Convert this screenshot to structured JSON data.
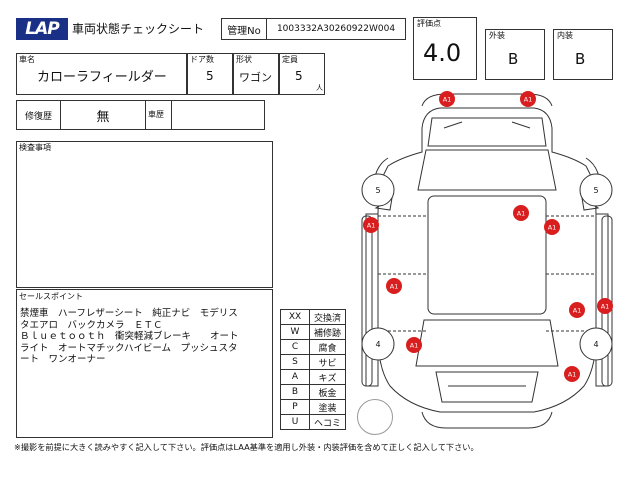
{
  "header": {
    "logo": "LAP",
    "title": "車両状態チェックシート",
    "mgmt_label": "管理No",
    "mgmt_value": "1003332A30260922W004"
  },
  "vehicle": {
    "name_label": "車名",
    "name_value": "カローラフィールダー",
    "doors_label": "ドア数",
    "doors_value": "5",
    "shape_label": "形状",
    "shape_value": "ワゴン",
    "capacity_label": "定員",
    "capacity_value": "5",
    "capacity_unit": "人"
  },
  "history": {
    "repair_label": "修復歴",
    "repair_value": "無",
    "record_label": "車歴",
    "record_value": ""
  },
  "inspection": {
    "label": "検査事項",
    "text": ""
  },
  "sales": {
    "label": "セールスポイント",
    "lines": [
      "禁煙車　ハーフレザーシート　純正ナビ　モデリス",
      "タエアロ　バックカメラ　ＥＴＣ",
      "Ｂｌｕｅｔｏｏｔｈ　衝突軽減ブレーキ　　オート",
      "ライト　オートマチックハイビーム　プッシュスタ",
      "ート　ワンオーナー"
    ]
  },
  "grades": {
    "score_label": "評価点",
    "score_value": "4.0",
    "exterior_label": "外装",
    "exterior_value": "B",
    "interior_label": "内装",
    "interior_value": "B"
  },
  "legend": [
    {
      "code": "XX",
      "meaning": "交換済"
    },
    {
      "code": "W",
      "meaning": "補修跡"
    },
    {
      "code": "C",
      "meaning": "腐食"
    },
    {
      "code": "S",
      "meaning": "サビ"
    },
    {
      "code": "A",
      "meaning": "キズ"
    },
    {
      "code": "B",
      "meaning": "板金"
    },
    {
      "code": "P",
      "meaning": "塗装"
    },
    {
      "code": "U",
      "meaning": "ヘコミ"
    }
  ],
  "diagram": {
    "damage_label": "A1",
    "tire_front": "5",
    "tire_rear": "4",
    "colors": {
      "damage": "#d81e1e",
      "line": "#333333"
    }
  },
  "footer": "※撮影を前提に大きく読みやすく記入して下さい。評価点はLAA基準を適用し外装・内装評価を含めて正しく記入して下さい。"
}
